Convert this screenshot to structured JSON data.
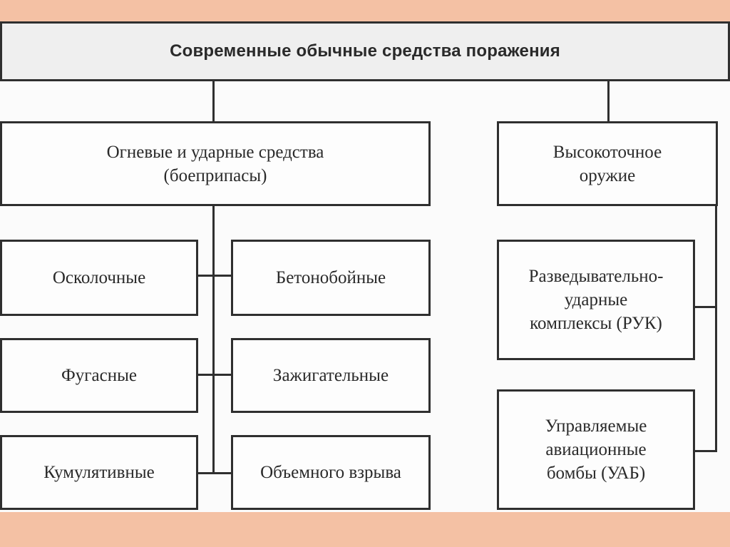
{
  "diagram": {
    "root": "Современные обычные средства поражения",
    "branch_left": {
      "title": "Огневые и ударные средства\n(боеприпасы)",
      "items_left": [
        "Осколочные",
        "Фугасные",
        "Кумулятивные"
      ],
      "items_right": [
        "Бетонобойные",
        "Зажигательные",
        "Объемного взрыва"
      ]
    },
    "branch_right": {
      "title": "Высокоточное\nоружие",
      "items": [
        "Разведывательно-\nударные\nкомплексы (РУК)",
        "Управляемые\nавиационные\nбомбы (УАБ)"
      ]
    }
  },
  "colors": {
    "band": "#f4c1a4",
    "line": "#2f2f2f",
    "header_fill": "#efefef",
    "box_fill": "#fdfdfd"
  }
}
